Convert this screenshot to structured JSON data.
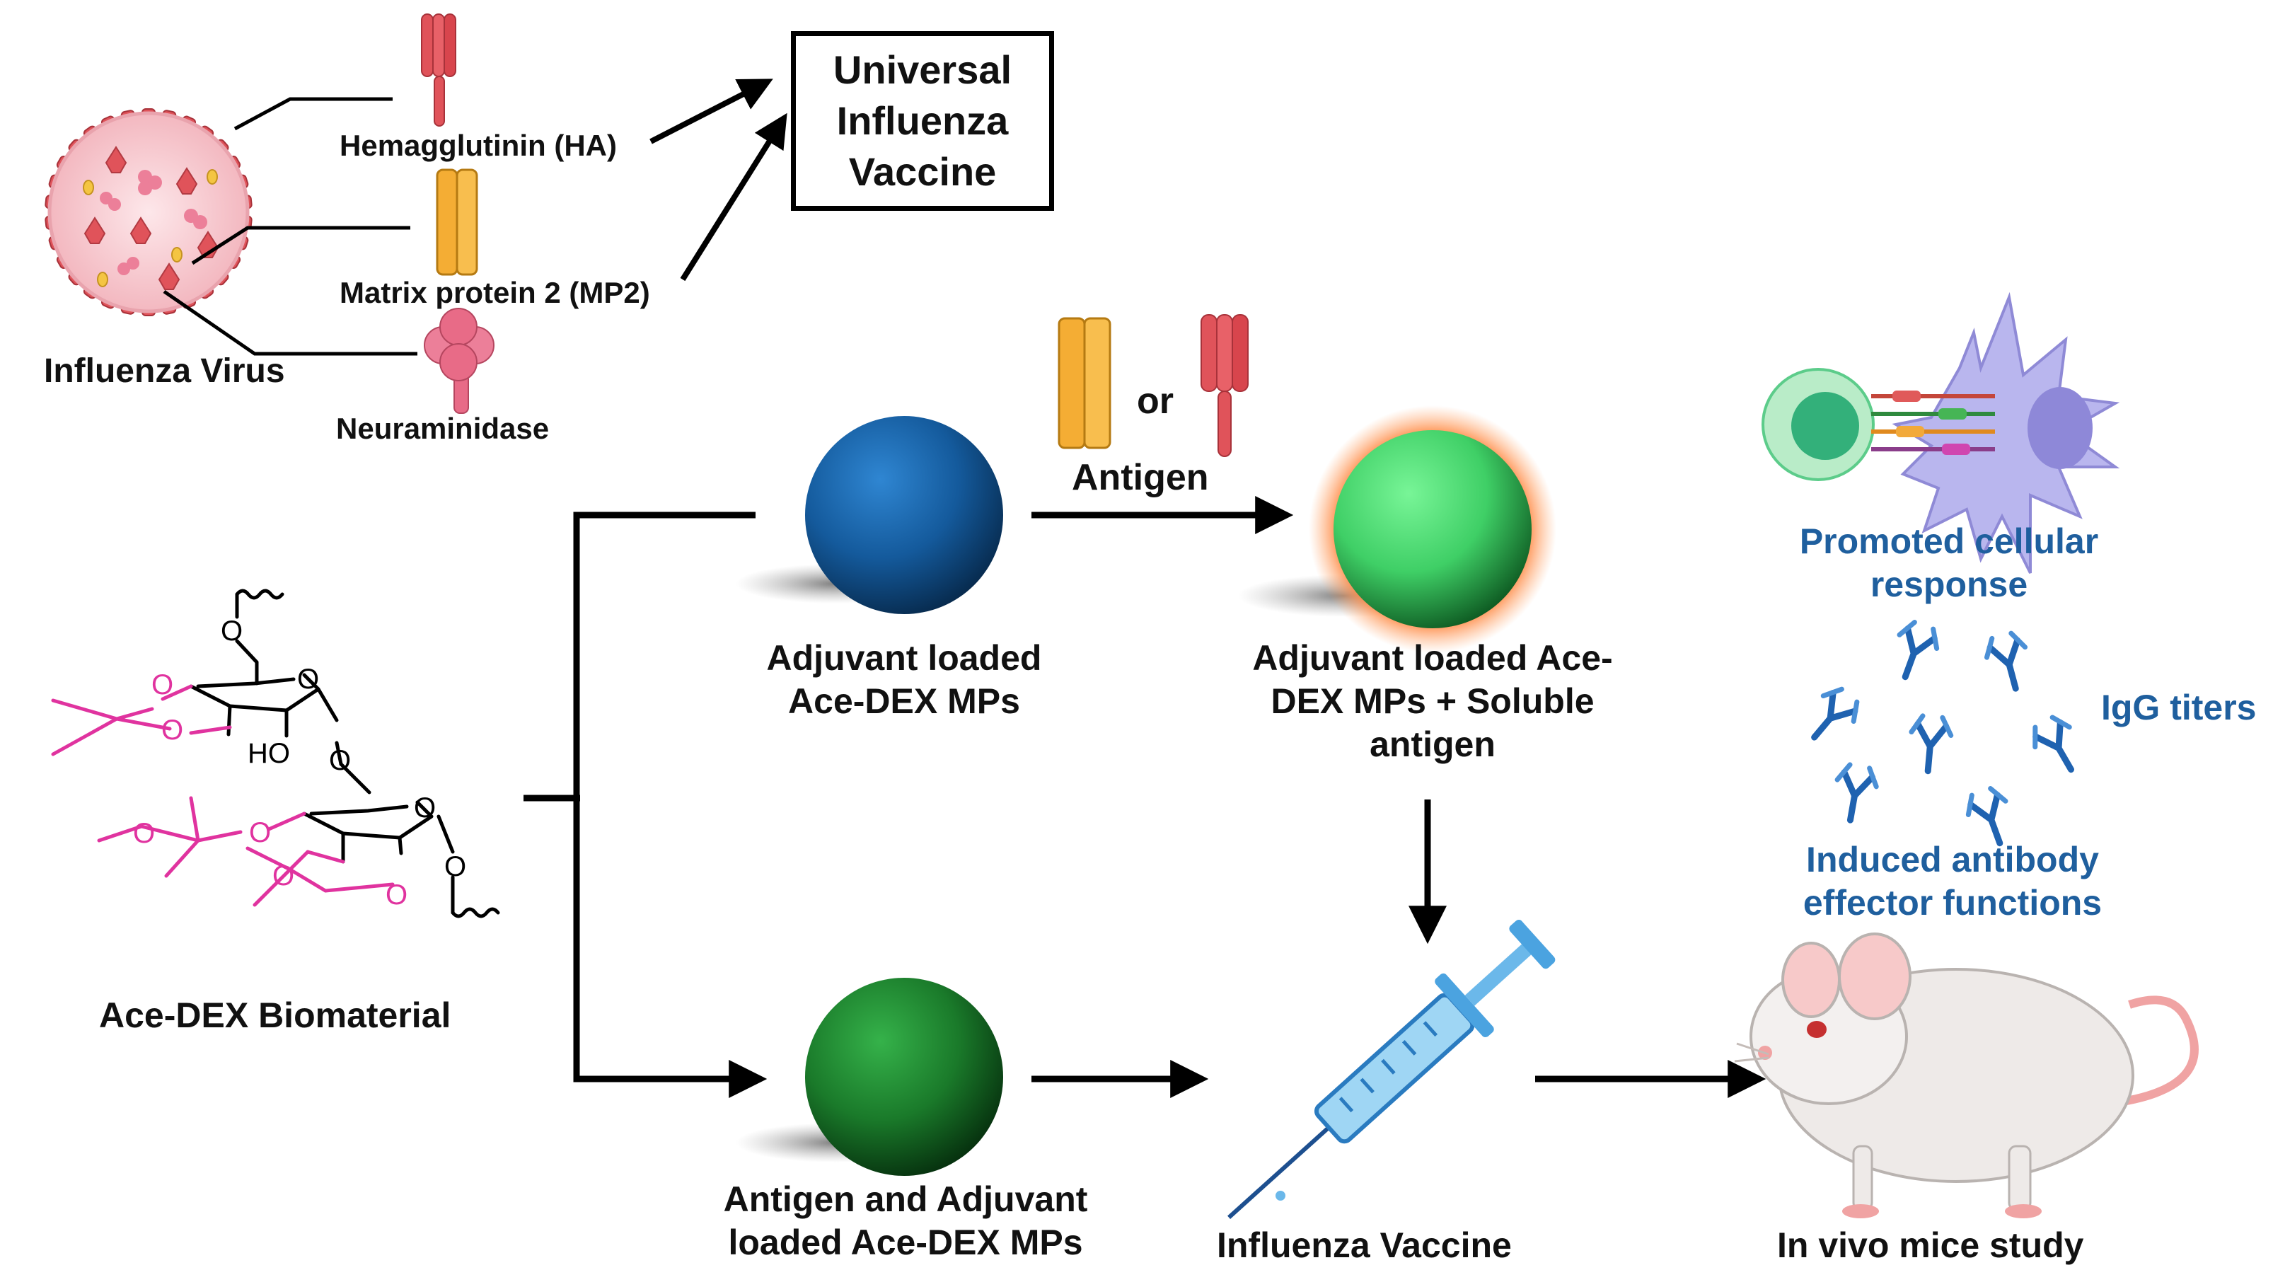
{
  "virus": {
    "title": "Influenza Virus",
    "proteins": {
      "ha": "Hemagglutinin (HA)",
      "mp2": "Matrix protein 2 (MP2)",
      "na": "Neuraminidase"
    }
  },
  "vaccine_box": {
    "line1": "Universal",
    "line2": "Influenza",
    "line3": "Vaccine"
  },
  "antigen": {
    "or": "or",
    "label": "Antigen"
  },
  "biomaterial": {
    "title": "Ace-DEX Biomaterial",
    "atom_o": "O",
    "atom_ho": "HO"
  },
  "particles": {
    "adjuvant": {
      "line1": "Adjuvant loaded",
      "line2": "Ace-DEX MPs"
    },
    "adjuvant_soluble": {
      "line1": "Adjuvant loaded Ace-",
      "line2": "DEX MPs + Soluble",
      "line3": "antigen"
    },
    "antigen_adjuvant": {
      "line1": "Antigen and Adjuvant",
      "line2": "loaded Ace-DEX MPs"
    }
  },
  "vaccine": {
    "label": "Influenza Vaccine"
  },
  "outcomes": {
    "cellular": {
      "line1": "Promoted cellular",
      "line2": "response"
    },
    "igg": "IgG titers",
    "antibody": {
      "line1": "Induced antibody",
      "line2": "effector functions"
    },
    "mice": "In vivo mice study"
  },
  "colors": {
    "virus_red": "#e0535a",
    "mp2_orange": "#f4ad34",
    "na_pink": "#e86b87",
    "particle_blue": "#1a5fa0",
    "particle_green_light": "#52e07a",
    "particle_green_dark": "#1e8a2c",
    "glow": "#f7a05a",
    "syringe": "#7cc6ef",
    "accent_text": "#1f5f9e",
    "chem_magenta": "#e0339f"
  }
}
